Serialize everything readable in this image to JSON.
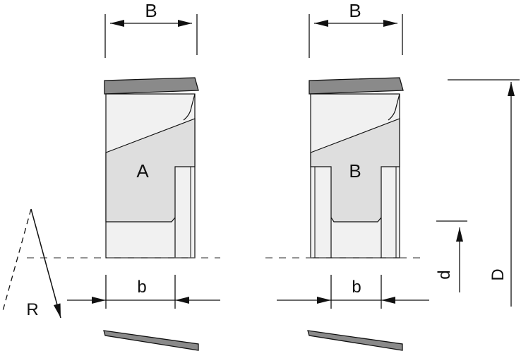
{
  "diagram": {
    "title": "Cutter tooth profiles A and B",
    "colors": {
      "line": "#111111",
      "tip": "#8a8a8a",
      "body_light": "#f1f1f1",
      "body_shade": "#dedede",
      "background": "#ffffff"
    },
    "labels": {
      "tooth_a_width": "B",
      "tooth_b_width": "B",
      "tooth_a_name": "A",
      "tooth_b_name": "B",
      "tooth_a_base": "b",
      "tooth_b_base": "b",
      "radius": "R",
      "diameter": "D",
      "depth": "d"
    }
  }
}
